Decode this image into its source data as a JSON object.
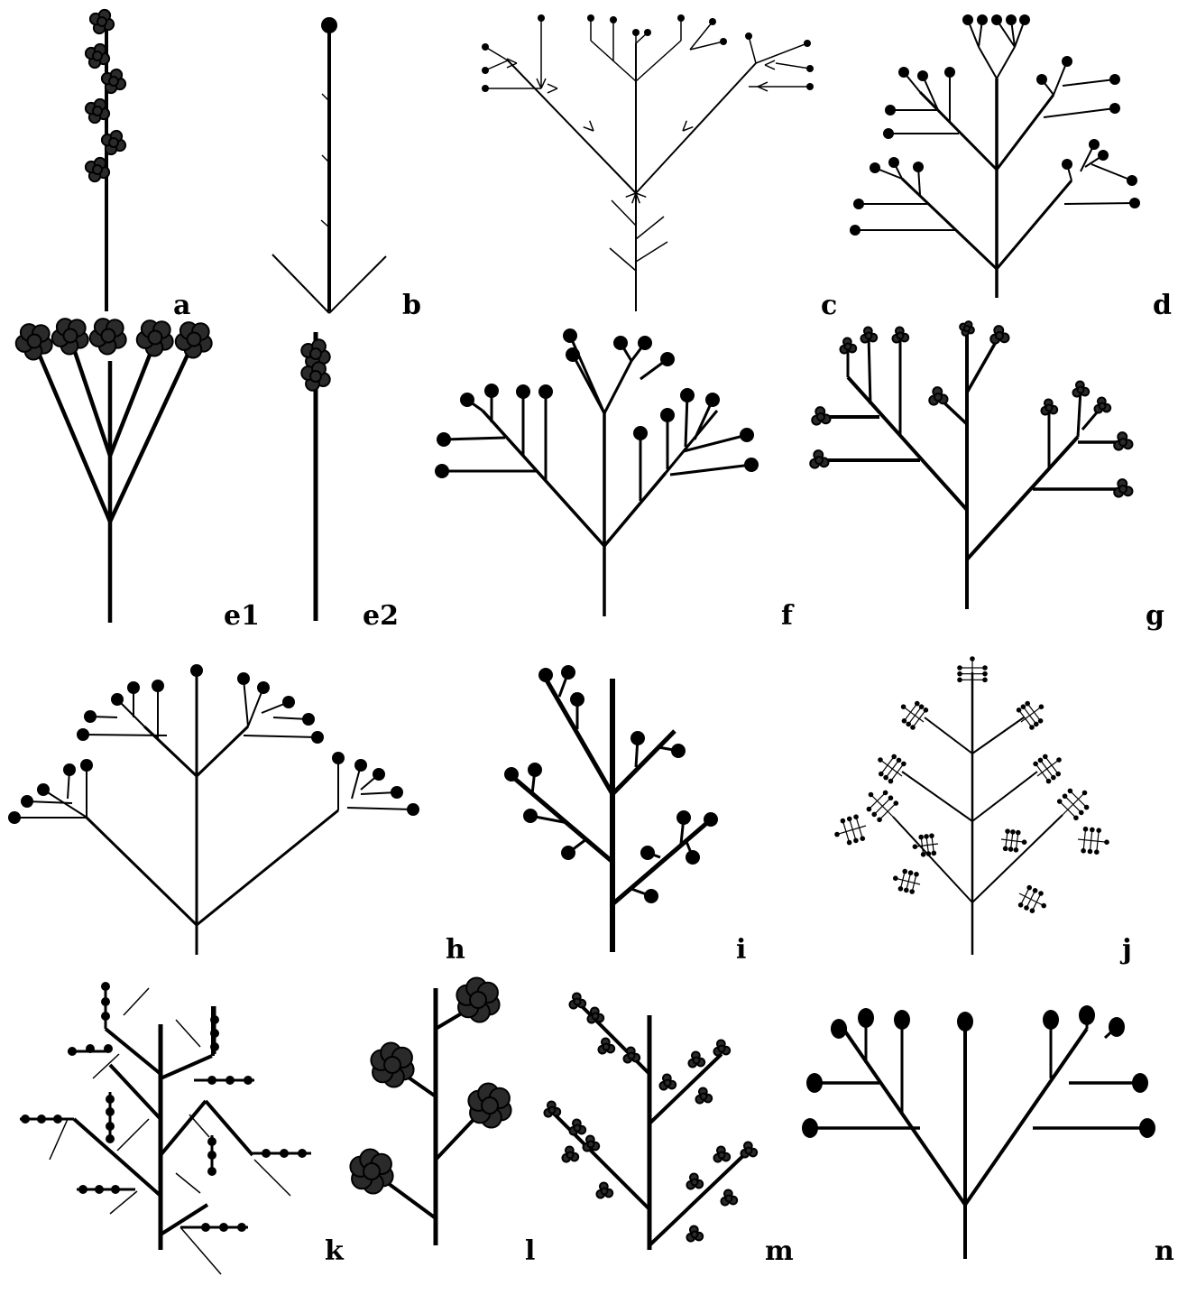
{
  "panels": [
    {
      "id": "a",
      "label": "a"
    },
    {
      "id": "b",
      "label": "b"
    },
    {
      "id": "c",
      "label": "c"
    },
    {
      "id": "d",
      "label": "d"
    },
    {
      "id": "e1",
      "label": "e1"
    },
    {
      "id": "e2",
      "label": "e2"
    },
    {
      "id": "f",
      "label": "f"
    },
    {
      "id": "g",
      "label": "g"
    },
    {
      "id": "h",
      "label": "h"
    },
    {
      "id": "i",
      "label": "i"
    },
    {
      "id": "j",
      "label": "j"
    },
    {
      "id": "k",
      "label": "k"
    },
    {
      "id": "l",
      "label": "l"
    },
    {
      "id": "m",
      "label": "m"
    },
    {
      "id": "n",
      "label": "n"
    }
  ],
  "colors": {
    "ink": "#000000",
    "background": "#ffffff"
  }
}
